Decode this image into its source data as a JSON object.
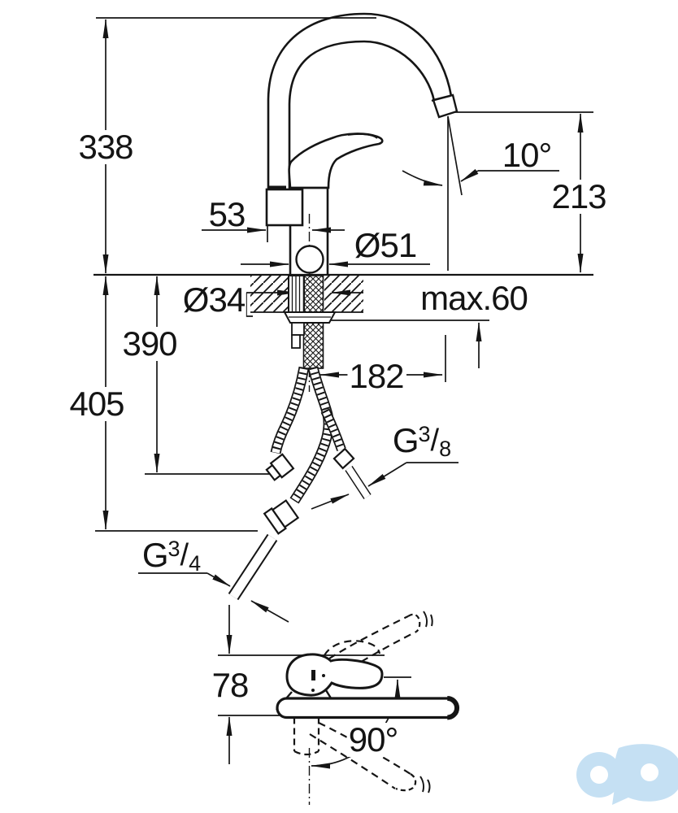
{
  "title": "Kitchen mixer tap dimensional technical drawing",
  "labels": {
    "overall_height": "338",
    "spout_offset": "53",
    "body_diameter": "Ø51",
    "hole_diameter": "Ø34",
    "deck_thickness_max": "max.60",
    "outlet_height": "213",
    "outlet_angle": "10°",
    "hose_length_short": "390",
    "hose_length_long": "405",
    "spout_reach": "182",
    "handle_clearance": "78",
    "swivel_angle": "90°",
    "thread_small": {
      "g": "G",
      "num": "3",
      "slash": "/",
      "den": "8"
    },
    "thread_large": {
      "g": "G",
      "num": "3",
      "slash": "/",
      "den": "4"
    }
  },
  "colors": {
    "line": "#151515",
    "background": "#ffffff",
    "watermark": "#c5e0f3"
  },
  "icons": {
    "watermark": "co-logo-watermark"
  }
}
